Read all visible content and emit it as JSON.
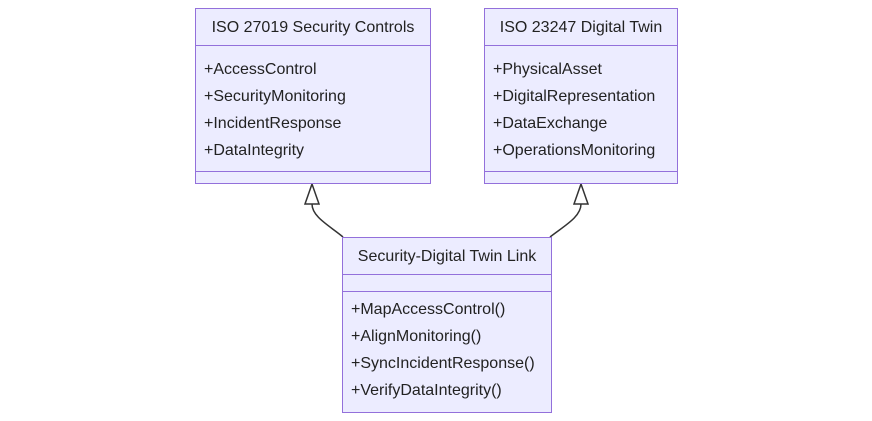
{
  "diagram": {
    "classes": [
      {
        "title": "ISO 27019 Security Controls",
        "attributes": [
          "+AccessControl",
          "+SecurityMonitoring",
          "+IncidentResponse",
          "+DataIntegrity"
        ],
        "methods": []
      },
      {
        "title": "ISO 23247 Digital Twin",
        "attributes": [
          "+PhysicalAsset",
          "+DigitalRepresentation",
          "+DataExchange",
          "+OperationsMonitoring"
        ],
        "methods": []
      },
      {
        "title": "Security-Digital Twin Link",
        "attributes": [],
        "methods": [
          "+MapAccessControl()",
          "+AlignMonitoring()",
          "+SyncIncidentResponse()",
          "+VerifyDataIntegrity()"
        ]
      }
    ],
    "relations": [
      {
        "from": "Security-Digital Twin Link",
        "to": "ISO 27019 Security Controls",
        "type": "inheritance"
      },
      {
        "from": "Security-Digital Twin Link",
        "to": "ISO 23247 Digital Twin",
        "type": "inheritance"
      }
    ],
    "colors": {
      "box_fill": "#ececff",
      "box_border": "#9370db",
      "edge": "#333333",
      "text": "#222222"
    }
  }
}
